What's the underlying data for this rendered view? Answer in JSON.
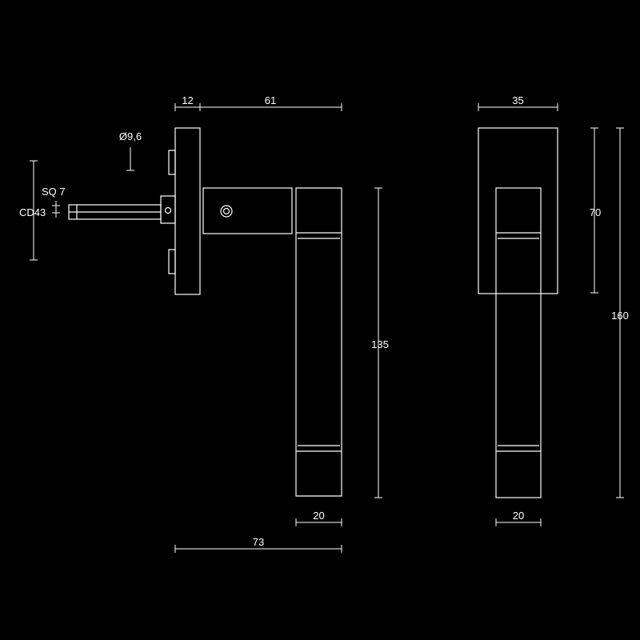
{
  "colors": {
    "background": "#000000",
    "line": "#ffffff"
  },
  "side_view": {
    "dim_rose_thickness": "12",
    "dim_projection": "61",
    "dim_pin": "Ø9,6",
    "dim_spindle_square": "SQ 7",
    "dim_spindle_offset": "CD43",
    "dim_lever_length": "135",
    "dim_lever_width": "20",
    "dim_overall_depth": "73"
  },
  "front_view": {
    "dim_rose_width": "35",
    "dim_rose_height": "70",
    "dim_overall_height": "160",
    "dim_lever_width": "20"
  }
}
